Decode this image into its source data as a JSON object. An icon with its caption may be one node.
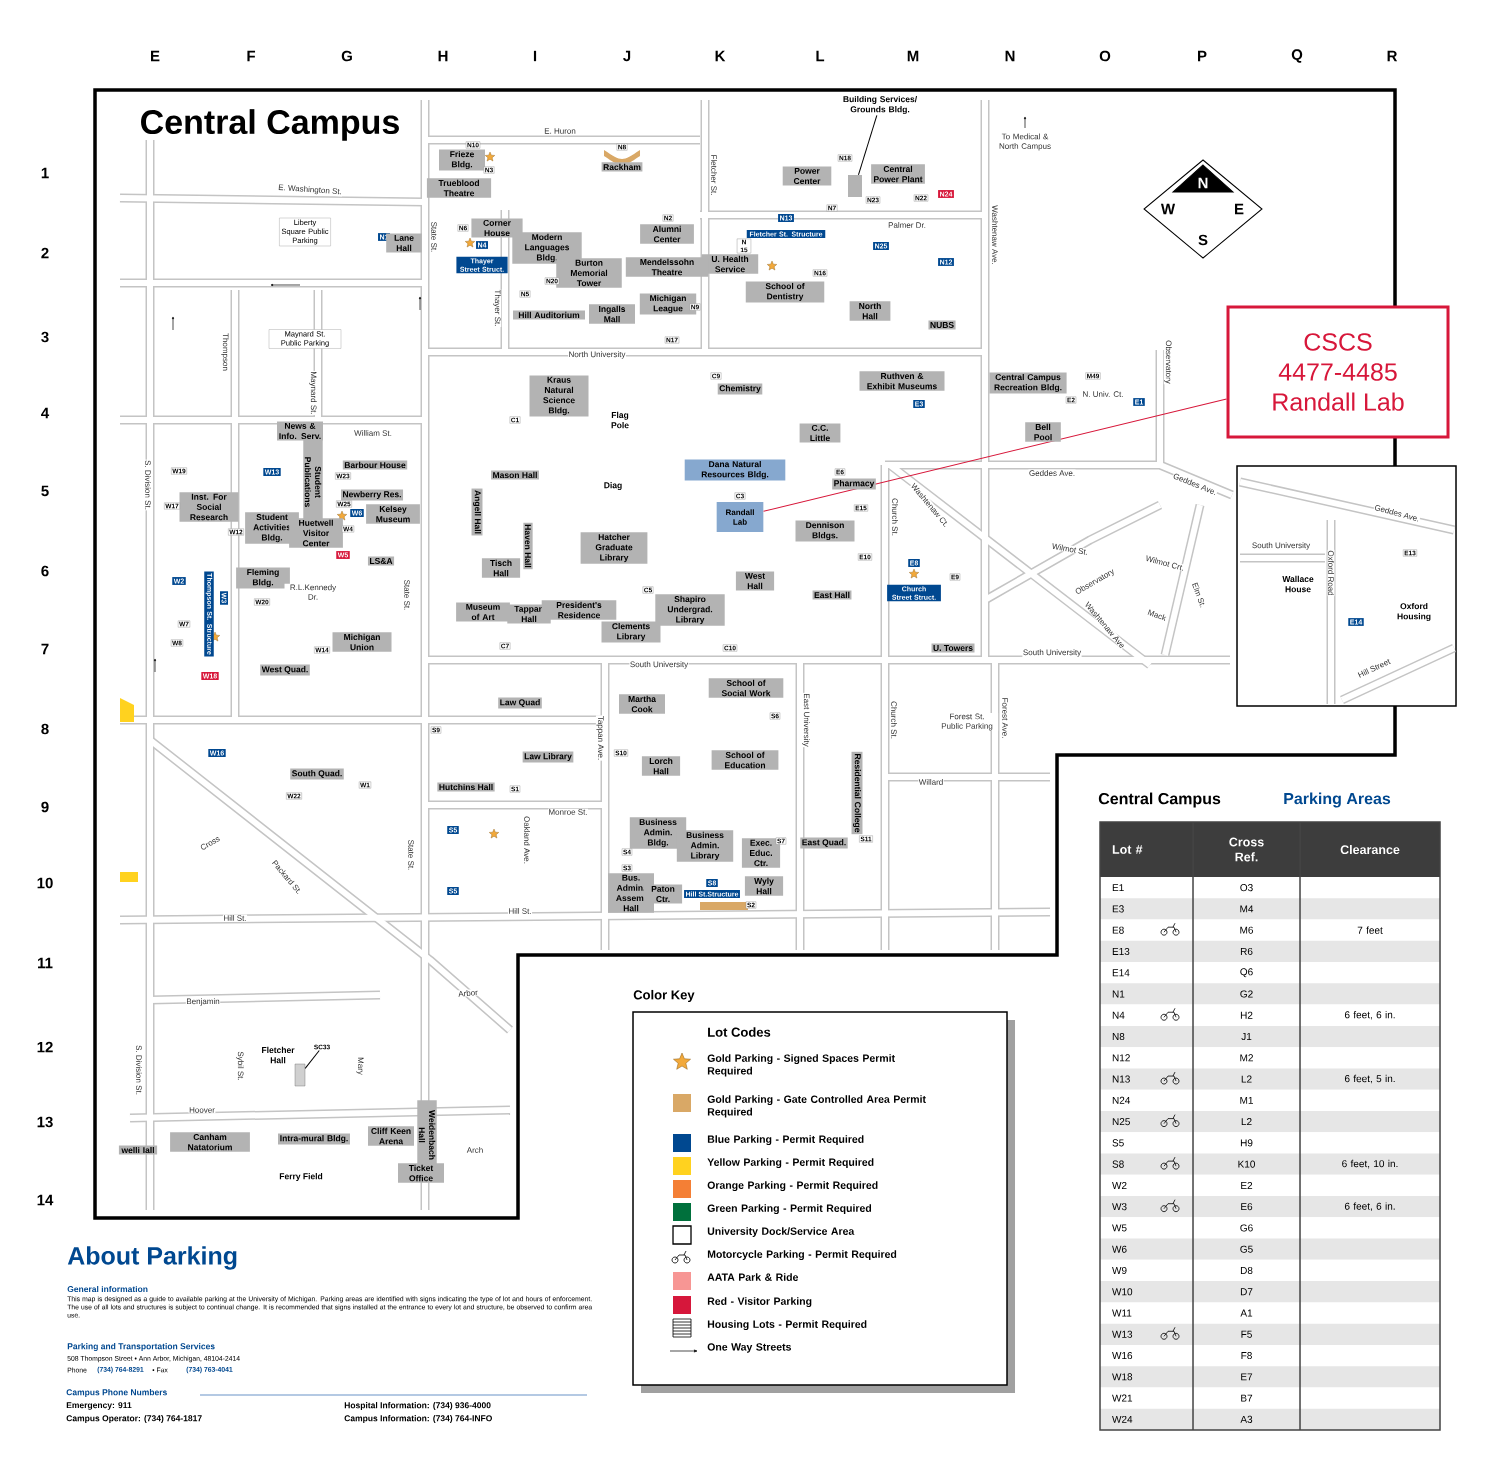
{
  "diagram": {
    "title": "Central Campus",
    "nodes": [
      {
        "text": [
          "CSCS",
          "4477-4485",
          "Randall Lab"
        ]
      },
      {
        "text": [
          "Randall Lab"
        ]
      },
      {
        "text": [
          "Building Services/ Grounds Bldg."
        ]
      },
      {
        "text": [],
        "shape": "box"
      },
      {
        "text": [
          "SC33"
        ]
      },
      {
        "text": [],
        "shape": "box"
      }
    ],
    "edges": [
      {
        "from": 0,
        "to": 1,
        "arrow": "none",
        "color": "#d7173a"
      },
      {
        "from": 2,
        "to": 3,
        "arrow": "none"
      },
      {
        "from": 4,
        "to": 5,
        "arrow": "none"
      }
    ],
    "labels": [
      "E",
      "F",
      "G",
      "H",
      "I",
      "J",
      "K",
      "L",
      "M",
      "N",
      "O",
      "P",
      "Q",
      "R",
      "1",
      "2",
      "3",
      "4",
      "5",
      "6",
      "7",
      "8",
      "9",
      "10",
      "11",
      "12",
      "13",
      "14",
      "E. Huron",
      "N10",
      "Frieze Bldg.",
      "N3",
      "Trueblood Theatre",
      "N8",
      "Rackham",
      "Fletcher St.",
      "Power Center",
      "N18",
      "Central Power Plant",
      "N23",
      "N22",
      "N24",
      "N7",
      "To Medical & North Campus",
      "E. Washington St.",
      "Liberty Square Public Parking",
      "N1",
      "Lane Hall",
      "State St.",
      "N6",
      "Corner House",
      "N4",
      "Thayer Street Struct.",
      "Modern Languages Bldg.",
      "N2",
      "Alumni Center",
      "N13",
      "Fletcher St. Structure",
      "Palmer Dr.",
      "Washtenaw Ave.",
      "N 15",
      "U. Health Service",
      "N25",
      "N12",
      "N16",
      "Burton Memorial Tower",
      "N20",
      "Mendelssohn Theatre",
      "School of Dentistry",
      "N5",
      "Hill Auditorium",
      "Ingalls Mall",
      "Michigan League",
      "N9",
      "Thayer St.",
      "North Hall",
      "NUBS",
      "N17",
      "Thompson",
      "Maynard St. Public Parking",
      "Maynard St.",
      "North University",
      "Kraus Natural Science Bldg.",
      "C9",
      "Chemistry",
      "Ruthven & Exhibit Museums",
      "Central Campus Recreation Bldg.",
      "M49",
      "E2",
      "N. Univ. Ct.",
      "E1",
      "Observatory",
      "C1",
      "Flag Pole",
      "E3",
      "C.C. Little",
      "Bell Pool",
      "William St.",
      "News & Info. Serv.",
      "Barbour House",
      "W23",
      "W19",
      "S. Division St.",
      "Student Publications",
      "W13",
      "Mason Hall",
      "Dana Natural Resources Bldg.",
      "E6",
      "Pharmacy",
      "Geddes Ave.",
      "Geddes Ave.",
      "Diag",
      "Angell Hall",
      "Newberry Res.",
      "Inst. For Social Research",
      "W17",
      "W25",
      "W6",
      "Kelsey Museum",
      "Student Activities Bldg.",
      "Huetwell Visitor Center",
      "W12",
      "W4",
      "C3",
      "E15",
      "Washtenaw Ct.",
      "Dennison Bldgs.",
      "Church St.",
      "Haven Hall",
      "Hatcher Graduate Library",
      "Wilmot St.",
      "Wilmot Crt.",
      "Elm St.",
      "W5",
      "LS&A",
      "Tisch Hall",
      "E10",
      "E8",
      "Church Street Struct.",
      "E9",
      "Observatory",
      "W2",
      "Fleming Bldg.",
      "R.L.Kennedy Dr.",
      "State St.",
      "West Hall",
      "East Hall",
      "Museum of Art",
      "Tappan Hall",
      "President's Residence",
      "C5",
      "Shapiro Undergrad. Library",
      "W20",
      "W3",
      "Thompson St. Structure",
      "W7",
      "Washtenaw Ave",
      "Mack",
      "Clements Library",
      "Michigan Union",
      "W14",
      "W8",
      "C7",
      "C10",
      "U. Towers",
      "South University",
      "West Quad.",
      "South University",
      "W18",
      "School of Social Work",
      "Martha Cook",
      "Law Quad",
      "East University",
      "Church St.",
      "Forest St. Public Parking",
      "Forest Ave.",
      "Tappan Ave.",
      "S6",
      "S9",
      "W16",
      "S10",
      "School of Education",
      "Law Library",
      "Lorch Hall",
      "South Quad.",
      "W1",
      "Hutchins Hall",
      "S1",
      "Willard",
      "W22",
      "Residential College",
      "East Quad.",
      "Monroe St.",
      "Business Admin. Bldg.",
      "Business Admin. Library",
      "Oakland Ave.",
      "S5",
      "Exec. Educ. Ctr.",
      "S7",
      "S11",
      "S4",
      "S3",
      "State St.",
      "Cross",
      "Packard St.",
      "S5",
      "Bus. Admin. Assem. Hall",
      "Paton Ctr.",
      "S8",
      "Hill St.Structure",
      "Wyly Hall",
      "S2",
      "Hill St.",
      "Hill St.",
      "Arbor",
      "Benjamin",
      "S. Division St.",
      "Fletcher Hall",
      "Sybil St.",
      "Mary",
      "Hoover",
      "welli Iall",
      "Canham Natatorium",
      "Intra-mural Bldg.",
      "Cliff Keen Arena",
      "Weidenbach Hall",
      "Arch",
      "Ferry Field",
      "Ticket Office",
      "N",
      "W",
      "E",
      "S",
      "Geddes Ave.",
      "South University",
      "Oxford Road",
      "E13",
      "Wallace House",
      "Oxford Housing",
      "E14",
      "Hill Street",
      "Central Campus",
      "Parking Areas",
      "Lot #",
      "Cross Ref.",
      "Clearance",
      "E1",
      "O3",
      "E3",
      "M4",
      "E8",
      "M6",
      "7 feet",
      "E13",
      "R6",
      "E14",
      "Q6",
      "N1",
      "G2",
      "N4",
      "H2",
      "6 feet, 6 in.",
      "N8",
      "J1",
      "N12",
      "M2",
      "N13",
      "L2",
      "6 feet, 5 in.",
      "N24",
      "M1",
      "N25",
      "L2",
      "S5",
      "H9",
      "S8",
      "K10",
      "6 feet, 10 in.",
      "W2",
      "E2",
      "W3",
      "E6",
      "6 feet, 6 in.",
      "W5",
      "G6",
      "W6",
      "G5",
      "W9",
      "D8",
      "W10",
      "D7",
      "W11",
      "A1",
      "W13",
      "F5",
      "W16",
      "F8",
      "W18",
      "E7",
      "W21",
      "B7",
      "W24",
      "A3",
      "Color Key",
      "Lot Codes",
      "About Parking",
      "General information",
      "This map is designed as a guide to available parking at the University of Michigan. Parking areas are identified with signs indicating the type of lot and hours of enforcement. The use of all lots and structures is subject to continual change. It is recommended that signs installed at the entrance to every lot and structure, be observed to confirm area use.",
      "Parking and Transportation Services",
      "508 Thompson Street • Ann Arbor, Michigan, 48104-2414",
      "Phone",
      "(734) 764-8291",
      "• Fax",
      "(734) 763-4041",
      "Campus Phone Numbers",
      "Emergency:  911",
      "Hospital Information: (734) 936-4000",
      "Campus Operator: (734) 764-1817",
      "Campus Information: (734) 764-INFO"
    ],
    "legend": [
      {
        "text": "Gold Parking - Signed Spaces Permit Required"
      },
      {
        "text": "Gold Parking - Gate Controlled Area Permit Required",
        "color": "#d9a866"
      },
      {
        "text": "Blue Parking - Permit Required",
        "color": "#004890"
      },
      {
        "text": "Yellow Parking - Permit Required",
        "color": "#ffd21f"
      },
      {
        "text": "Orange Parking - Permit Required",
        "color": "#f47f35"
      },
      {
        "text": "Green Parking - Permit Required",
        "color": "#00703c"
      },
      {
        "text": "University Dock/Service Area"
      },
      {
        "text": "Motorcycle Parking - Permit Required"
      },
      {
        "text": "AATA Park & Ride",
        "color": "#f79694"
      },
      {
        "text": "Red - Visitor Parking",
        "color": "#d6173b"
      },
      {
        "text": "Housing Lots - Permit Required"
      },
      {
        "text": "One Way Streets"
      }
    ]
  }
}
